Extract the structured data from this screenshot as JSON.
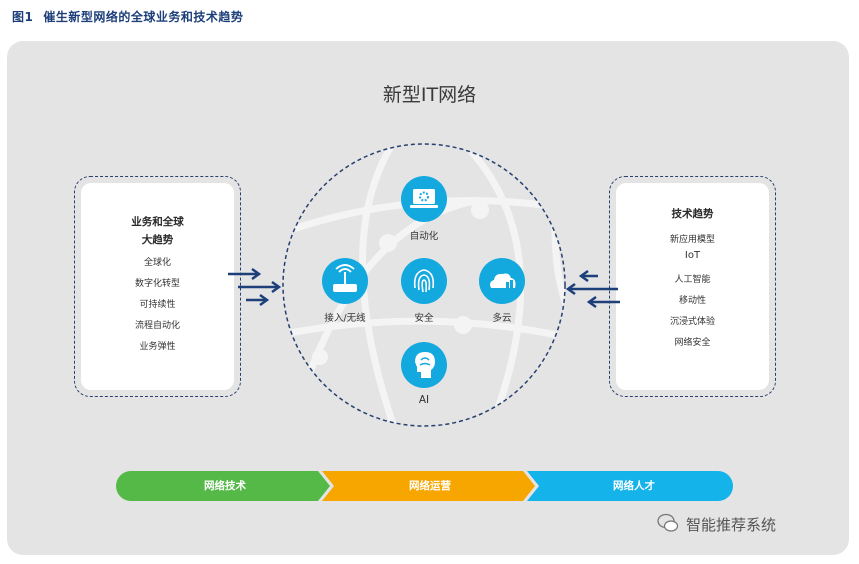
{
  "figure": {
    "number": "图1",
    "caption": "催生新型网络的全球业务和技术趋势"
  },
  "main_title": "新型IT网络",
  "left_box": {
    "heading_line1": "业务和全球",
    "heading_line2": "大趋势",
    "items": [
      "全球化",
      "数字化转型",
      "可持续性",
      "流程自动化",
      "业务弹性"
    ]
  },
  "right_box": {
    "heading": "技术趋势",
    "items": [
      "新应用模型",
      "IoT",
      "人工智能",
      "移动性",
      "沉浸式体验",
      "网络安全"
    ]
  },
  "globe_nodes": {
    "automation": "自动化",
    "access": "接入/无线",
    "security": "安全",
    "multicloud": "多云",
    "ai": "AI"
  },
  "bottom_bar": [
    "网络技术",
    "网络运营",
    "网络人才"
  ],
  "colors": {
    "bar_green": "#55b948",
    "bar_orange": "#f7a600",
    "bar_blue": "#14b3ea",
    "icon_blue": "#14a9de",
    "navy": "#1d3f7a"
  },
  "watermark": "智能推荐系统"
}
